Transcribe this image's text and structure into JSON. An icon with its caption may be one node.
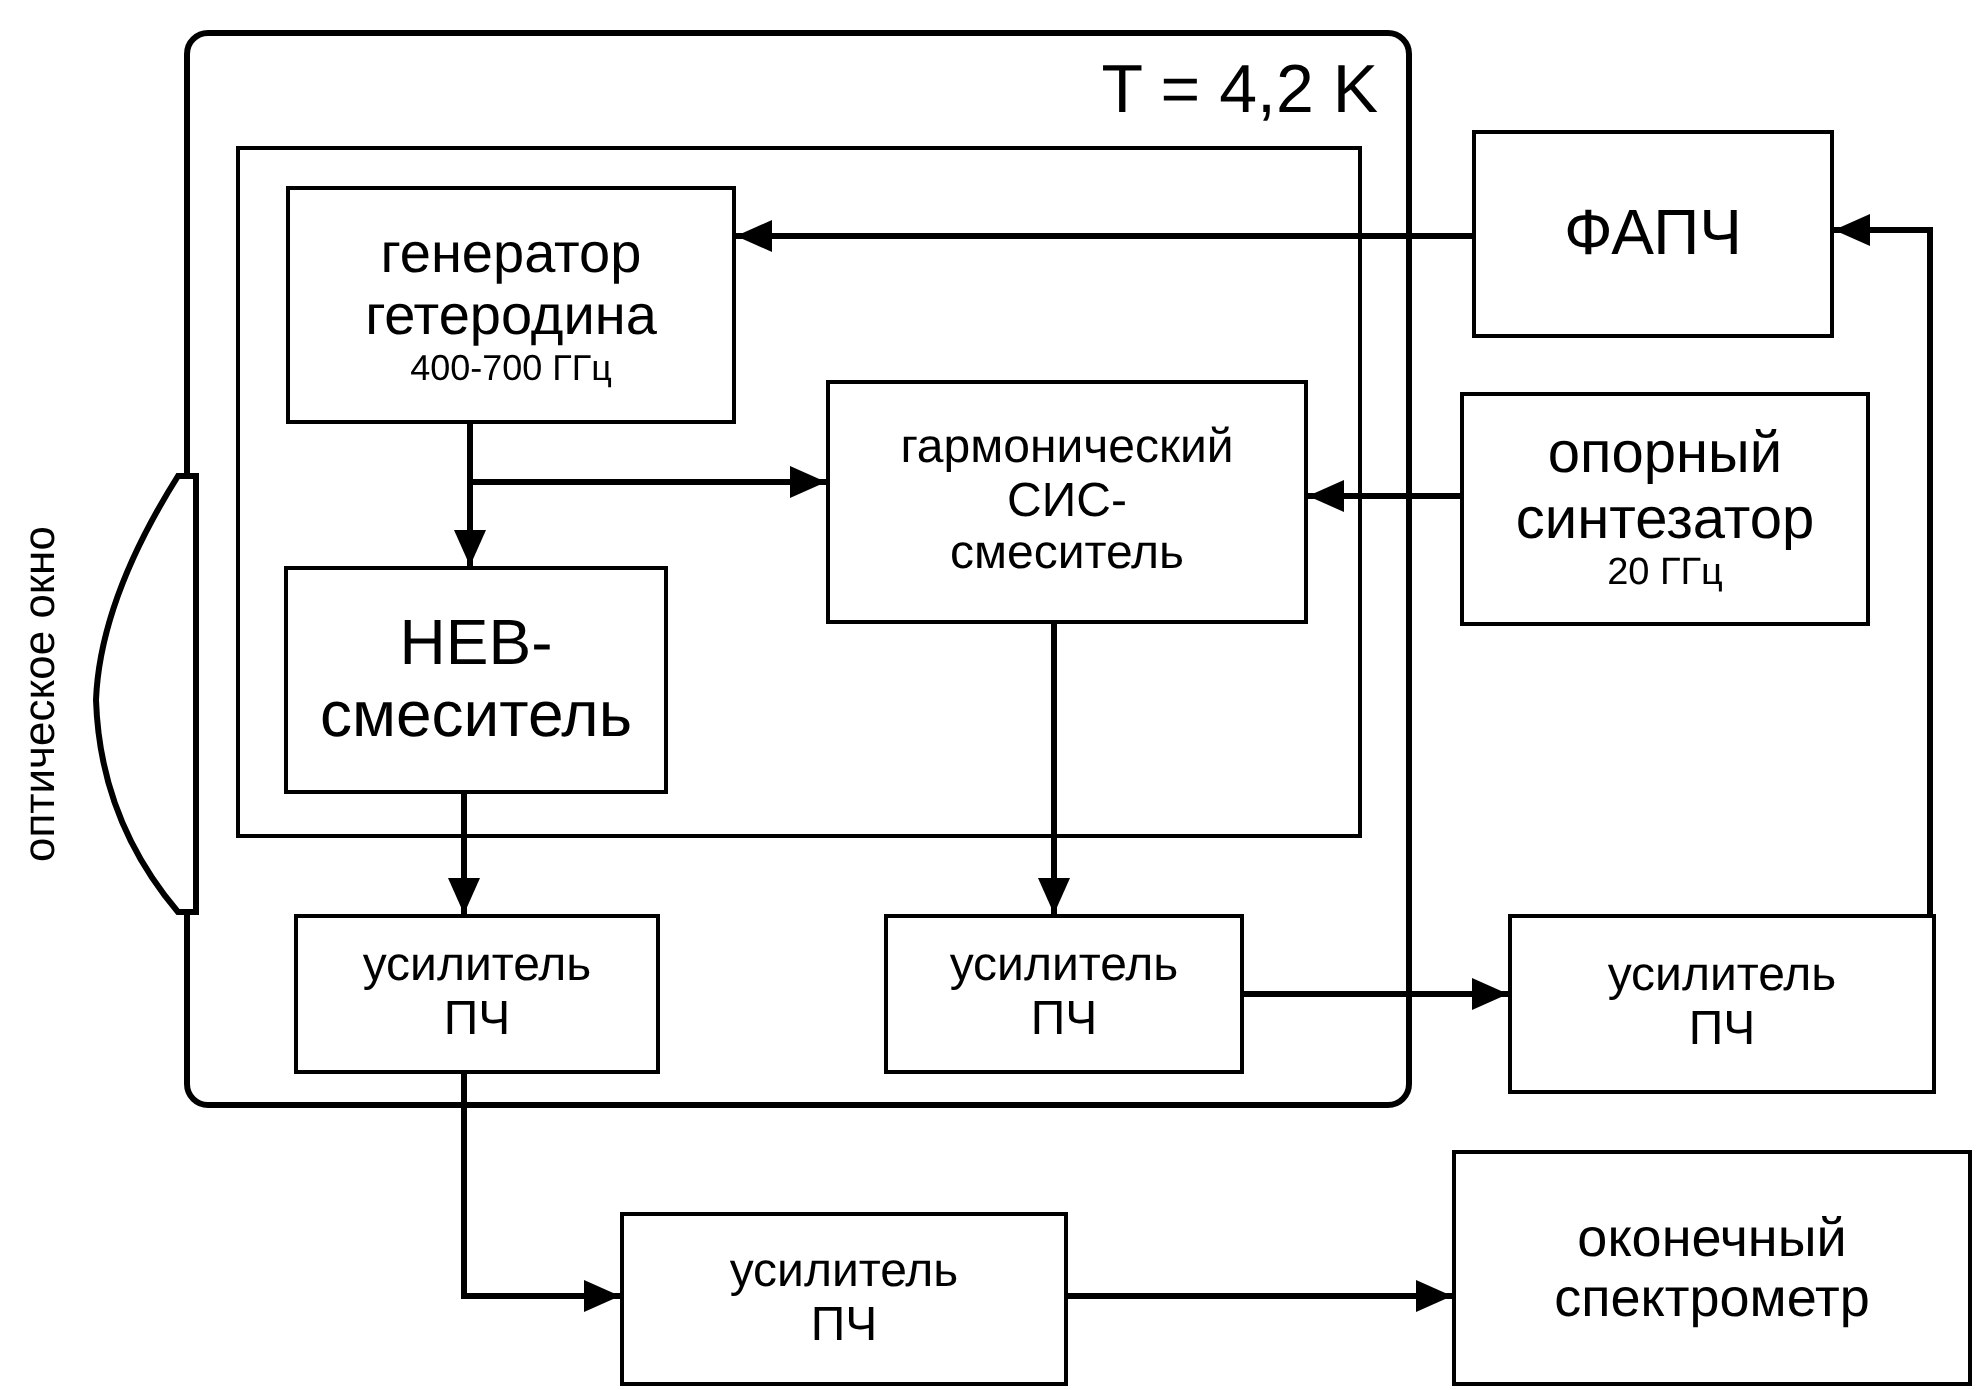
{
  "diagram": {
    "nodes": [
      {
        "text": [
          "T = 4,2 K"
        ]
      },
      {
        "text": [],
        "shape": "box",
        "in": 0
      },
      {
        "text": [
          "генератор гетеродина",
          "400-700 ГГц"
        ],
        "in": 1
      },
      {
        "text": [
          "гармонический СИС-смеситель"
        ],
        "in": 1
      },
      {
        "text": [
          "НЕВ-смеситель"
        ],
        "in": 1
      },
      {
        "text": [
          "усилитель ПЧ"
        ],
        "in": 0
      },
      {
        "text": [
          "усилитель ПЧ"
        ],
        "in": 0
      },
      {
        "text": [
          "ФАПЧ"
        ]
      },
      {
        "text": [
          "опорный синтезатор",
          "20 ГГц"
        ]
      },
      {
        "text": [
          "усилитель ПЧ"
        ]
      },
      {
        "text": [
          "усилитель ПЧ"
        ]
      },
      {
        "text": [
          "оконечный спектрометр"
        ]
      }
    ],
    "edges": [
      {
        "from": 7,
        "to": 2,
        "arrow": "to"
      },
      {
        "from": 2,
        "to": 4,
        "arrow": "to"
      },
      {
        "from": 2,
        "to": 3,
        "arrow": "to"
      },
      {
        "from": 8,
        "to": 3,
        "arrow": "to"
      },
      {
        "from": 4,
        "to": 5,
        "arrow": "to"
      },
      {
        "from": 3,
        "to": 6,
        "arrow": "to"
      },
      {
        "from": 6,
        "to": 9,
        "arrow": "to"
      },
      {
        "from": 9,
        "to": 7,
        "arrow": "to"
      },
      {
        "from": 5,
        "to": 10,
        "arrow": "to"
      },
      {
        "from": 10,
        "to": 11,
        "arrow": "to"
      }
    ],
    "labels": [
      "оптическое окно"
    ]
  }
}
